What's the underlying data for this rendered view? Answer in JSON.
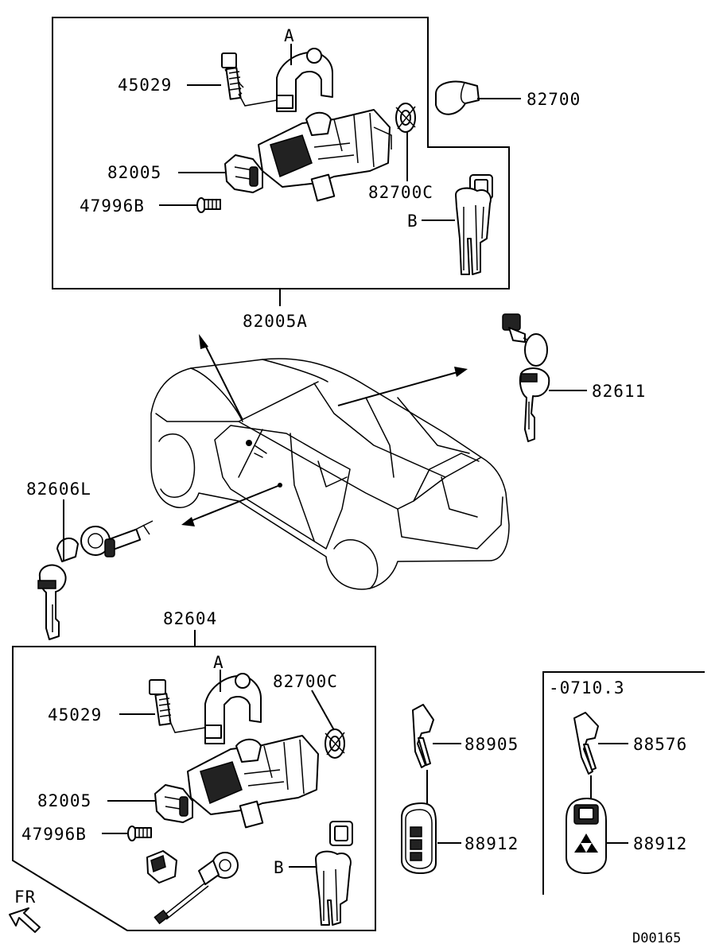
{
  "labels": {
    "top_a": "A",
    "top_45029": "45029",
    "top_82700": "82700",
    "top_82005": "82005",
    "top_82700c": "82700C",
    "top_47996b": "47996B",
    "top_b": "B",
    "top_assembly": "82005A",
    "right_82611": "82611",
    "left_82606l": "82606L",
    "bot_assembly": "82604",
    "bot_a": "A",
    "bot_45029": "45029",
    "bot_82700c": "82700C",
    "bot_82005": "82005",
    "bot_47996b": "47996B",
    "bot_b": "B",
    "key_88905": "88905",
    "remote_88912": "88912",
    "date_range": "-0710.3",
    "key_88576": "88576",
    "remote2_88912": "88912",
    "fr": "FR",
    "drawing_code": "D00165"
  }
}
